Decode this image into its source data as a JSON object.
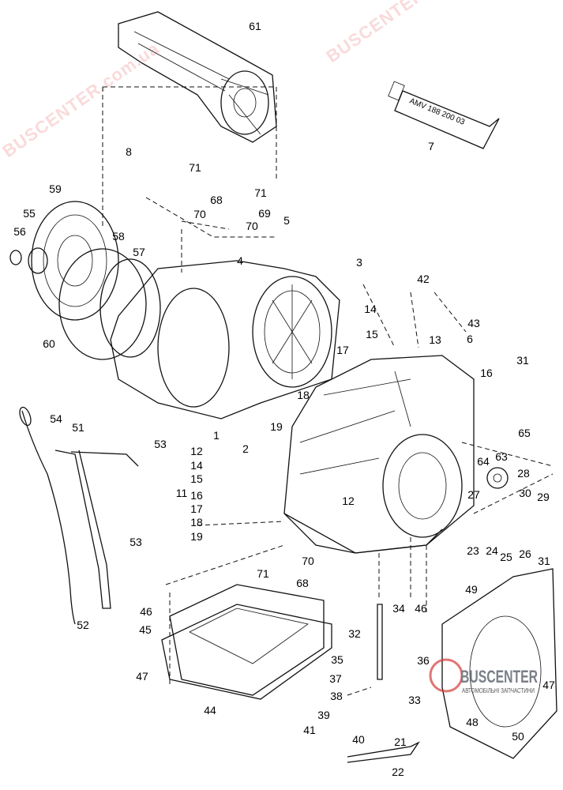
{
  "diagram": {
    "title_hidden": null,
    "tube_label": "AMV 188 200 03",
    "watermark": "BUSCENTER.com.ua",
    "logo": {
      "name": "BUSCENTER",
      "subtitle": "АВТОМОБІЛЬНІ ЗАПЧАСТИНИ",
      "colors": {
        "bus": "#7a7f88",
        "center": "#d43a3a"
      }
    },
    "callouts": [
      "61",
      "7",
      "8",
      "71",
      "68",
      "71",
      "59",
      "69",
      "70",
      "70",
      "55",
      "56",
      "58",
      "57",
      "5",
      "4",
      "3",
      "42",
      "14",
      "43",
      "15",
      "13",
      "6",
      "60",
      "17",
      "16",
      "31",
      "18",
      "54",
      "51",
      "1",
      "19",
      "53",
      "2",
      "65",
      "12",
      "14",
      "15",
      "11",
      "16",
      "17",
      "18",
      "19",
      "12",
      "63",
      "64",
      "28",
      "27",
      "30",
      "29",
      "53",
      "23",
      "24",
      "25",
      "26",
      "31",
      "70",
      "71",
      "68",
      "49",
      "46",
      "34",
      "52",
      "45",
      "46",
      "32",
      "35",
      "36",
      "47",
      "37",
      "33",
      "38",
      "44",
      "39",
      "48",
      "41",
      "40",
      "50",
      "21",
      "22",
      "47"
    ]
  }
}
